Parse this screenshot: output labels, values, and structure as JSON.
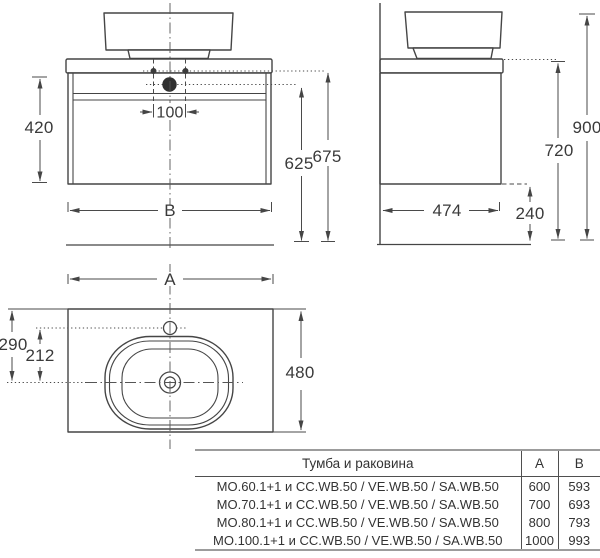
{
  "views": {
    "front": {
      "labels": {
        "cabinet_height": "420",
        "hole_spacing": "100",
        "width": "B",
        "drain_height": "625",
        "rim_height": "675"
      }
    },
    "side": {
      "labels": {
        "depth": "474",
        "bottom_clearance": "240",
        "countertop_height": "720",
        "total_height": "900"
      }
    },
    "top": {
      "labels": {
        "width": "A",
        "center_offset": "290",
        "faucet_offset": "212",
        "depth": "480"
      }
    }
  },
  "table": {
    "header": {
      "product": "Тумба и раковина",
      "col_a": "A",
      "col_b": "B"
    },
    "rows": [
      {
        "product": "MO.60.1+1 и CC.WB.50 / VE.WB.50 / SA.WB.50",
        "a": "600",
        "b": "593"
      },
      {
        "product": "MO.70.1+1 и CC.WB.50 / VE.WB.50 / SA.WB.50",
        "a": "700",
        "b": "693"
      },
      {
        "product": "MO.80.1+1 и CC.WB.50 / VE.WB.50 / SA.WB.50",
        "a": "800",
        "b": "793"
      },
      {
        "product": "MO.100.1+1 и CC.WB.50 / VE.WB.50 / SA.WB.50",
        "a": "1000",
        "b": "993"
      }
    ]
  },
  "colors": {
    "line": "#454545",
    "text": "#3a3a3a",
    "table_border_heavy": "#9c9c9c",
    "table_border_light": "#4f4f4f"
  }
}
